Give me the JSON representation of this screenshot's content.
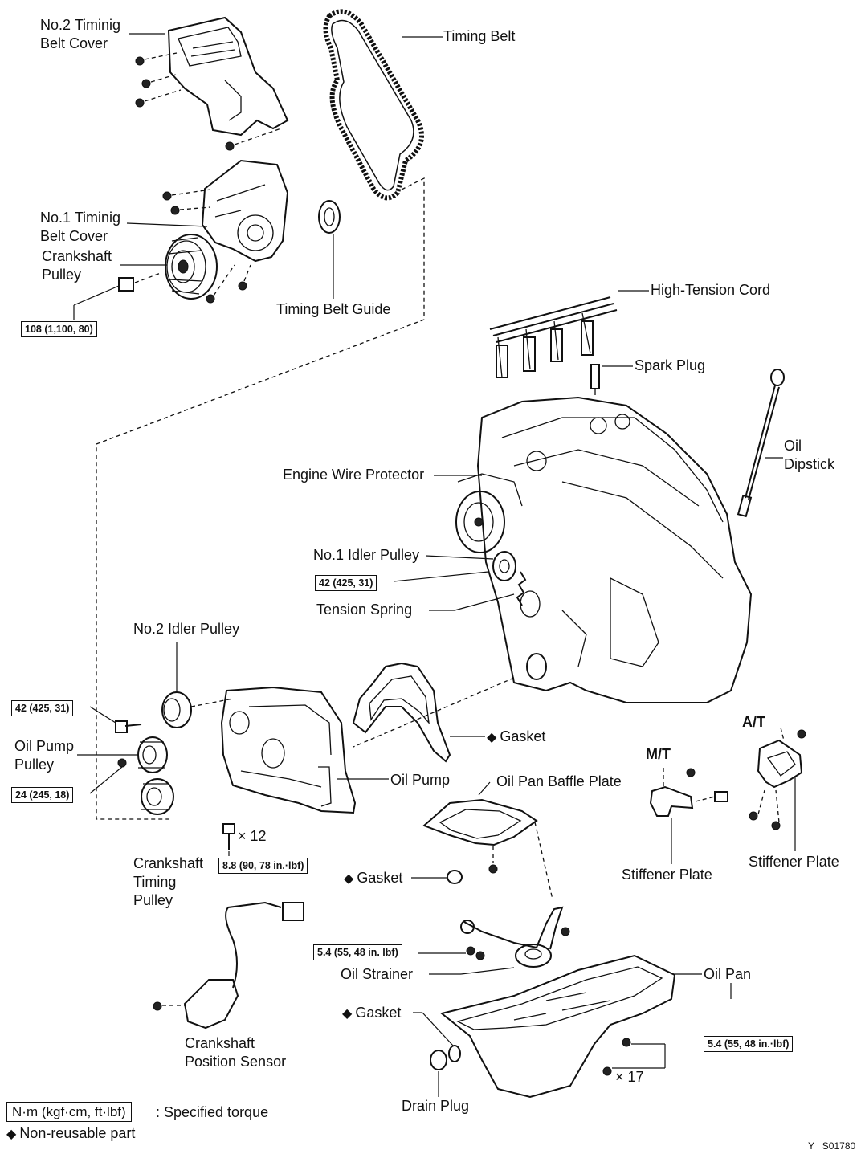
{
  "labels": {
    "no2_timing_belt_cover": "No.2 Timinig\nBelt Cover",
    "timing_belt": "Timing Belt",
    "no1_timing_belt_cover": "No.1 Timinig\nBelt Cover",
    "crankshaft_pulley": "Crankshaft\nPulley",
    "timing_belt_guide": "Timing Belt Guide",
    "high_tension_cord": "High-Tension Cord",
    "spark_plug": "Spark Plug",
    "oil_dipstick": "Oil\nDipstick",
    "engine_wire_protector": "Engine Wire Protector",
    "no1_idler_pulley": "No.1 Idler Pulley",
    "tension_spring": "Tension Spring",
    "no2_idler_pulley": "No.2 Idler Pulley",
    "gasket_front": "Gasket",
    "oil_pump_pulley": "Oil Pump\nPulley",
    "oil_pump": "Oil Pump",
    "oil_pan_baffle_plate": "Oil Pan Baffle Plate",
    "at": "A/T",
    "mt": "M/T",
    "stiffener_plate_mt": "Stiffener Plate",
    "stiffener_plate_at": "Stiffener Plate",
    "crankshaft_timing_pulley": "Crankshaft\nTiming\nPulley",
    "bolt_count_12": "× 12",
    "gasket_middle": "Gasket",
    "oil_strainer": "Oil Strainer",
    "oil_pan": "Oil Pan",
    "gasket_drain": "Gasket",
    "crankshaft_position_sensor": "Crankshaft\nPosition Sensor",
    "drain_plug": "Drain Plug",
    "bolt_count_17": "× 17"
  },
  "torques": {
    "crank_pulley": "108 (1,100, 80)",
    "no1_idler": "42 (425, 31)",
    "no2_idler": "42 (425, 31)",
    "oil_pump_pulley": "24 (245, 18)",
    "oil_pump_bolts": "8.8 (90, 78 in.·lbf)",
    "oil_strainer": "5.4 (55, 48 in. lbf)",
    "oil_pan": "5.4 (55, 48 in.·lbf)"
  },
  "legend": {
    "torque_unit": "N·m (kgf·cm, ft·lbf)",
    "torque_desc": ": Specified torque",
    "non_reusable": "Non-reusable part",
    "diamond": "◆"
  },
  "figure_code": "Y   S01780"
}
